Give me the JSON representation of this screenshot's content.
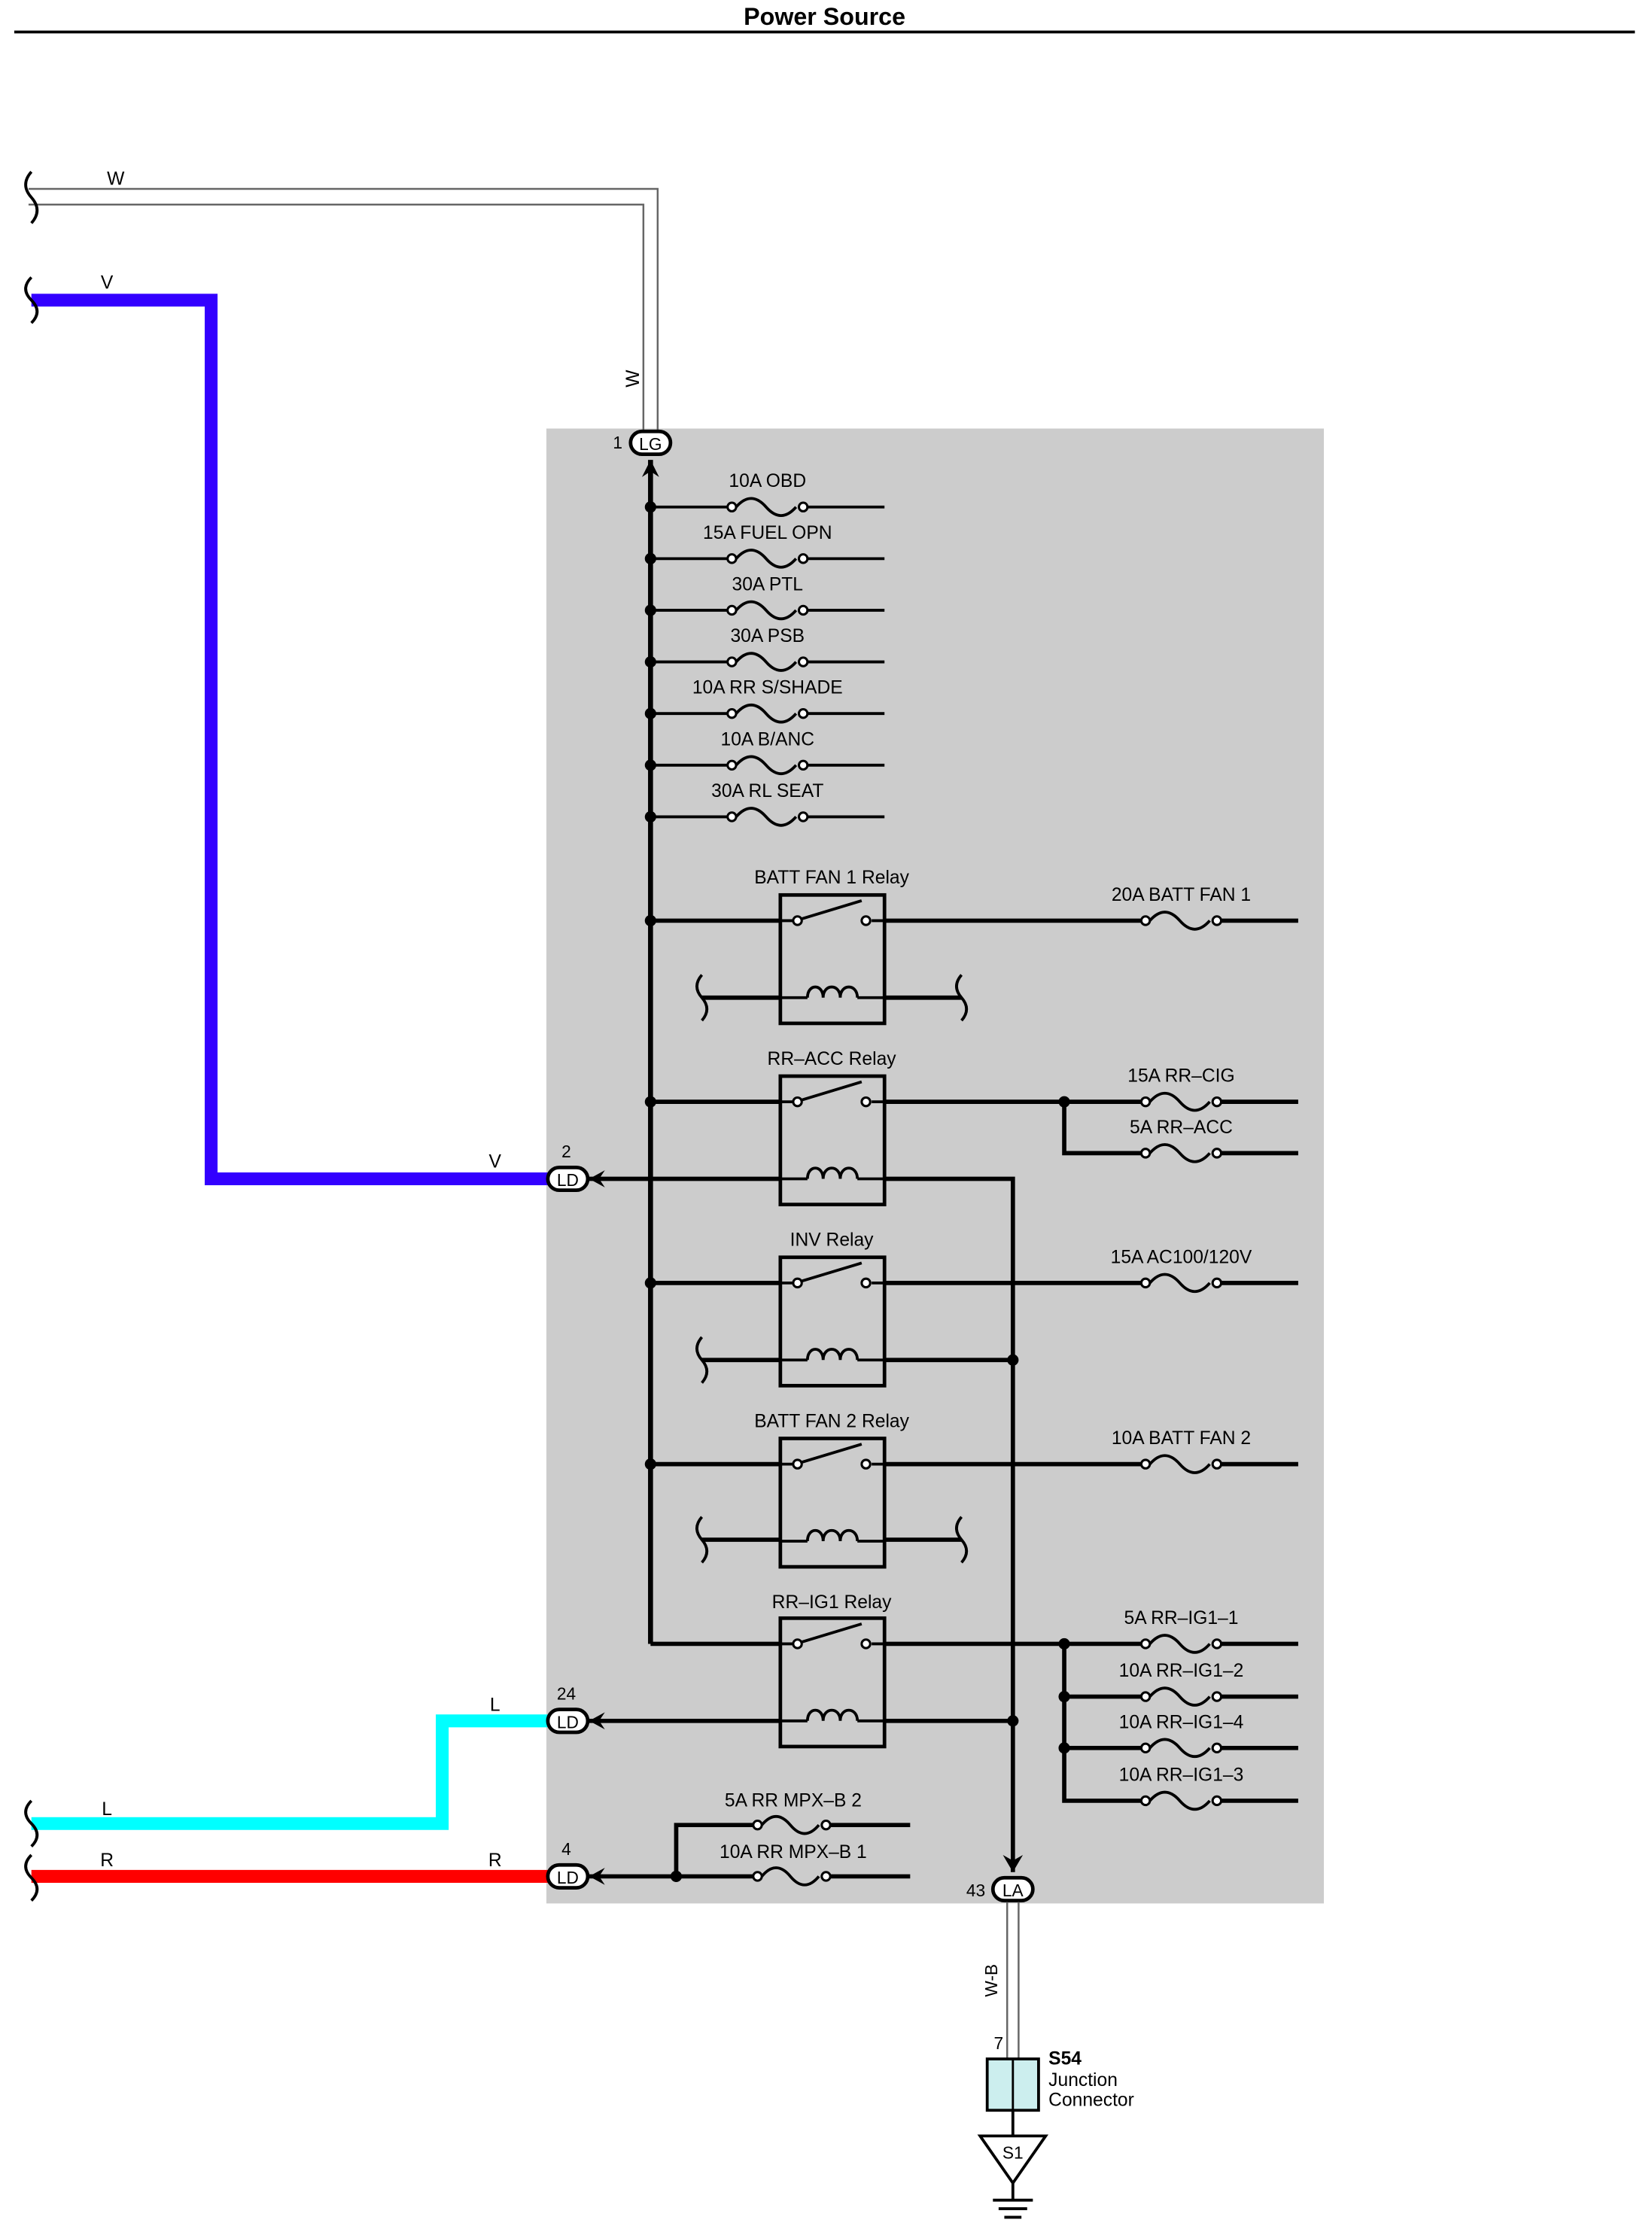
{
  "title": "Power Source",
  "colors": {
    "page_bg": "#ffffff",
    "panel_bg": "#cccccc",
    "wire_v": "#3300ff",
    "wire_l": "#00ffff",
    "wire_r": "#ff0000",
    "wire_w": "#ffffff",
    "junction_fill": "#cceeee"
  },
  "wires": {
    "w_top": "W",
    "w_vertical": "W",
    "v_left": "V",
    "v_right": "V",
    "l_upper": "L",
    "l_lower": "L",
    "r_left": "R",
    "r_right": "R",
    "wb": "W-B"
  },
  "connectors": {
    "lg": {
      "pin": "1",
      "code": "LG"
    },
    "ld_v": {
      "pin": "2",
      "code": "LD"
    },
    "ld_l": {
      "pin": "24",
      "code": "LD"
    },
    "ld_r": {
      "pin": "4",
      "code": "LD"
    },
    "la": {
      "pin": "43",
      "code": "LA"
    }
  },
  "top_fuses": [
    "10A OBD",
    "15A FUEL OPN",
    "30A PTL",
    "30A PSB",
    "10A RR S/SHADE",
    "10A B/ANC",
    "30A RL SEAT"
  ],
  "relays": {
    "batt_fan_1": "BATT FAN 1 Relay",
    "rr_acc": "RR–ACC Relay",
    "inv": "INV Relay",
    "batt_fan_2": "BATT FAN 2 Relay",
    "rr_ig1": "RR–IG1 Relay"
  },
  "output_fuses": {
    "batt_fan_1": "20A BATT FAN 1",
    "rr_cig": "15A RR–CIG",
    "rr_acc": "5A RR–ACC",
    "ac100": "15A AC100/120V",
    "batt_fan_2": "10A BATT FAN 2",
    "rr_ig1_1": "5A RR–IG1–1",
    "rr_ig1_2": "10A RR–IG1–2",
    "rr_ig1_4": "10A RR–IG1–4",
    "rr_ig1_3": "10A RR–IG1–3"
  },
  "bottom_fuses": {
    "mpx_b2": "5A RR MPX–B 2",
    "mpx_b1": "10A RR MPX–B 1"
  },
  "junction": {
    "pin": "7",
    "name": "S54",
    "desc_line1": "Junction",
    "desc_line2": "Connector"
  },
  "ground": {
    "code": "S1"
  }
}
